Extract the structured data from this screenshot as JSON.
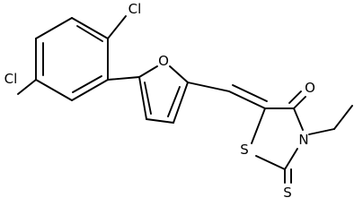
{
  "molecule": {
    "atoms": {
      "cl_top": "Cl",
      "cl_left": "Cl",
      "o_furan": "O",
      "o_carbonyl": "O",
      "s_ring": "S",
      "n_ring": "N",
      "s_thione": "S"
    }
  }
}
